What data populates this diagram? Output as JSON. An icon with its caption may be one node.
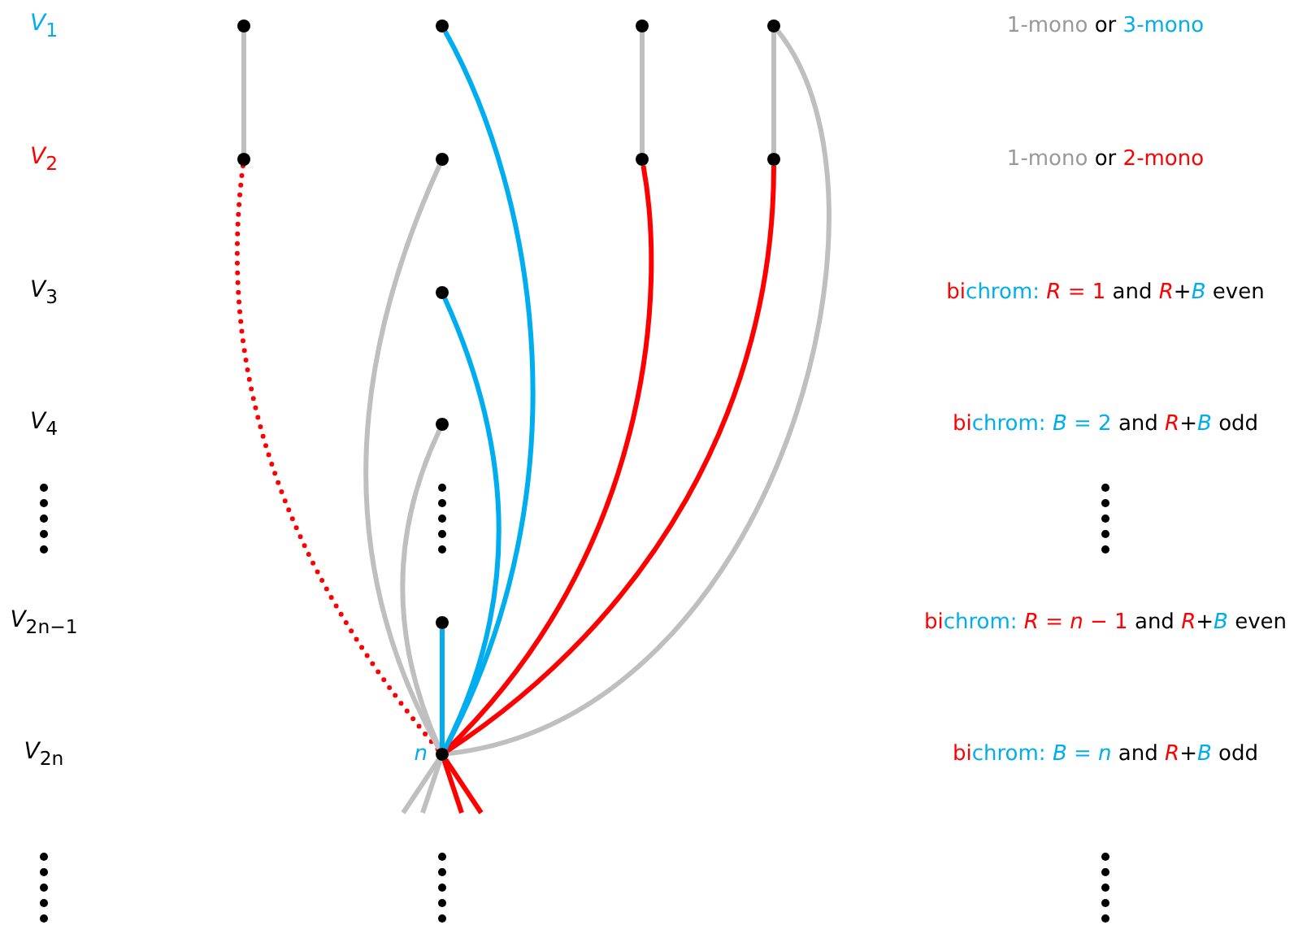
{
  "diagram": {
    "nodes": [
      {
        "text": [],
        "shape": "circle"
      },
      {
        "text": [],
        "shape": "circle"
      },
      {
        "text": [],
        "shape": "circle"
      },
      {
        "text": [],
        "shape": "circle"
      },
      {
        "text": [],
        "shape": "circle"
      },
      {
        "text": [],
        "shape": "circle"
      },
      {
        "text": [],
        "shape": "circle"
      },
      {
        "text": [],
        "shape": "circle"
      },
      {
        "text": [],
        "shape": "circle"
      },
      {
        "text": [],
        "shape": "circle"
      },
      {
        "text": [],
        "shape": "circle"
      },
      {
        "text": [],
        "shape": "circle",
        "beside": [
          "*n*"
        ]
      }
    ],
    "edges": [
      {
        "from": 0,
        "to": 4,
        "arrow": "none"
      },
      {
        "from": 1,
        "to": 11,
        "arrow": "none",
        "color": "#00aeef"
      },
      {
        "from": 2,
        "to": 6,
        "arrow": "none"
      },
      {
        "from": 3,
        "to": 7,
        "arrow": "none"
      },
      {
        "from": 3,
        "to": 11,
        "arrow": "none"
      },
      {
        "from": 4,
        "to": 11,
        "arrow": "none",
        "style": "dashed",
        "color": "#ff0000"
      },
      {
        "from": 5,
        "to": 11,
        "arrow": "none"
      },
      {
        "from": 6,
        "to": 11,
        "arrow": "none",
        "color": "#ff0000"
      },
      {
        "from": 7,
        "to": 11,
        "arrow": "none",
        "color": "#ff0000"
      },
      {
        "from": 8,
        "to": 11,
        "arrow": "none",
        "color": "#00aeef"
      },
      {
        "from": 9,
        "to": 11,
        "arrow": "none"
      },
      {
        "from": 10,
        "to": 11,
        "arrow": "none",
        "color": "#00aeef"
      },
      {
        "from": 11,
        "to": null,
        "arrow": "none"
      },
      {
        "from": 11,
        "to": null,
        "arrow": "none"
      },
      {
        "from": 11,
        "to": null,
        "arrow": "none",
        "color": "#ff0000"
      },
      {
        "from": 11,
        "to": null,
        "arrow": "none",
        "color": "#ff0000"
      }
    ],
    "labels": [
      "*V*$_{1}$",
      "1-mono",
      "or",
      "3-mono",
      "*V*$_{2}$",
      "1-mono",
      "or",
      "2-mono",
      "*V*$_{3}$",
      "bi",
      "chrom:",
      "*R* = 1",
      "and",
      "*R*",
      "+",
      "*B*",
      "even",
      "*V*$_{4}$",
      "bi",
      "chrom:",
      "*B* = 2",
      "and",
      "*R*",
      "+",
      "*B*",
      "odd",
      "*V*$_{2n−1}$",
      "bi",
      "chrom:",
      "*R* = *n* − 1",
      "and",
      "*R*",
      "+",
      "*B*",
      "even",
      "*V*$_{2n}$",
      "bi",
      "chrom:",
      "*B* = *n*",
      "and",
      "*R*",
      "+",
      "*B*",
      "odd"
    ]
  }
}
